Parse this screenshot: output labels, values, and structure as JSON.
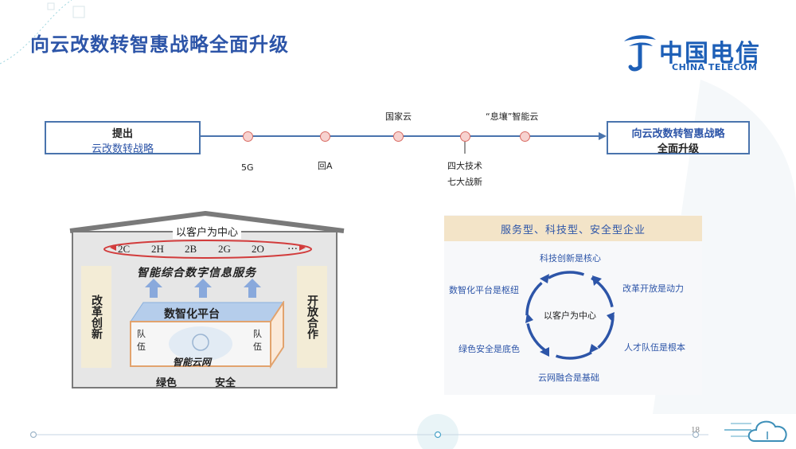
{
  "title": "向云改数转智惠战略全面升级",
  "logo": {
    "cn": "中国电信",
    "en": "CHINA TELECOM",
    "brand_color": "#1d5fb7"
  },
  "timeline": {
    "start_line1": "提出",
    "start_line2": "云改数转战略",
    "end_line1": "向云改数转智惠战略",
    "end_line2": "全面升级",
    "points": [
      {
        "label": "5G"
      },
      {
        "label": "回A"
      },
      {
        "label": "国家云"
      },
      {
        "label": "四大技术",
        "label2": "七大战新"
      },
      {
        "label": "“息壤”智能云"
      }
    ]
  },
  "house": {
    "roof_label": "以客户为中心",
    "ring_items": [
      "2C",
      "2H",
      "2B",
      "2G",
      "2O",
      "…"
    ],
    "service_label": "智能综合数字信息服务",
    "left_column": "改革创新",
    "right_column": "开放合作",
    "platform_label": "数智化平台",
    "left_side": "队伍",
    "right_side": "队伍",
    "network_label": "智能云网",
    "bottom_left": "绿色",
    "bottom_right": "安全"
  },
  "enterprise": {
    "header": "服务型、科技型、安全型企业",
    "center": "以客户为中心",
    "items": [
      "科技创新是核心",
      "改革开放是动力",
      "人才队伍是根本",
      "云网融合是基础",
      "绿色安全是底色",
      "数智化平台是枢纽"
    ]
  },
  "page_number": "18",
  "colors": {
    "title": "#2d55a8",
    "accent_blue": "#4a74ad",
    "dot_red": "#d96b63",
    "header_bg": "#f3e4c8"
  }
}
